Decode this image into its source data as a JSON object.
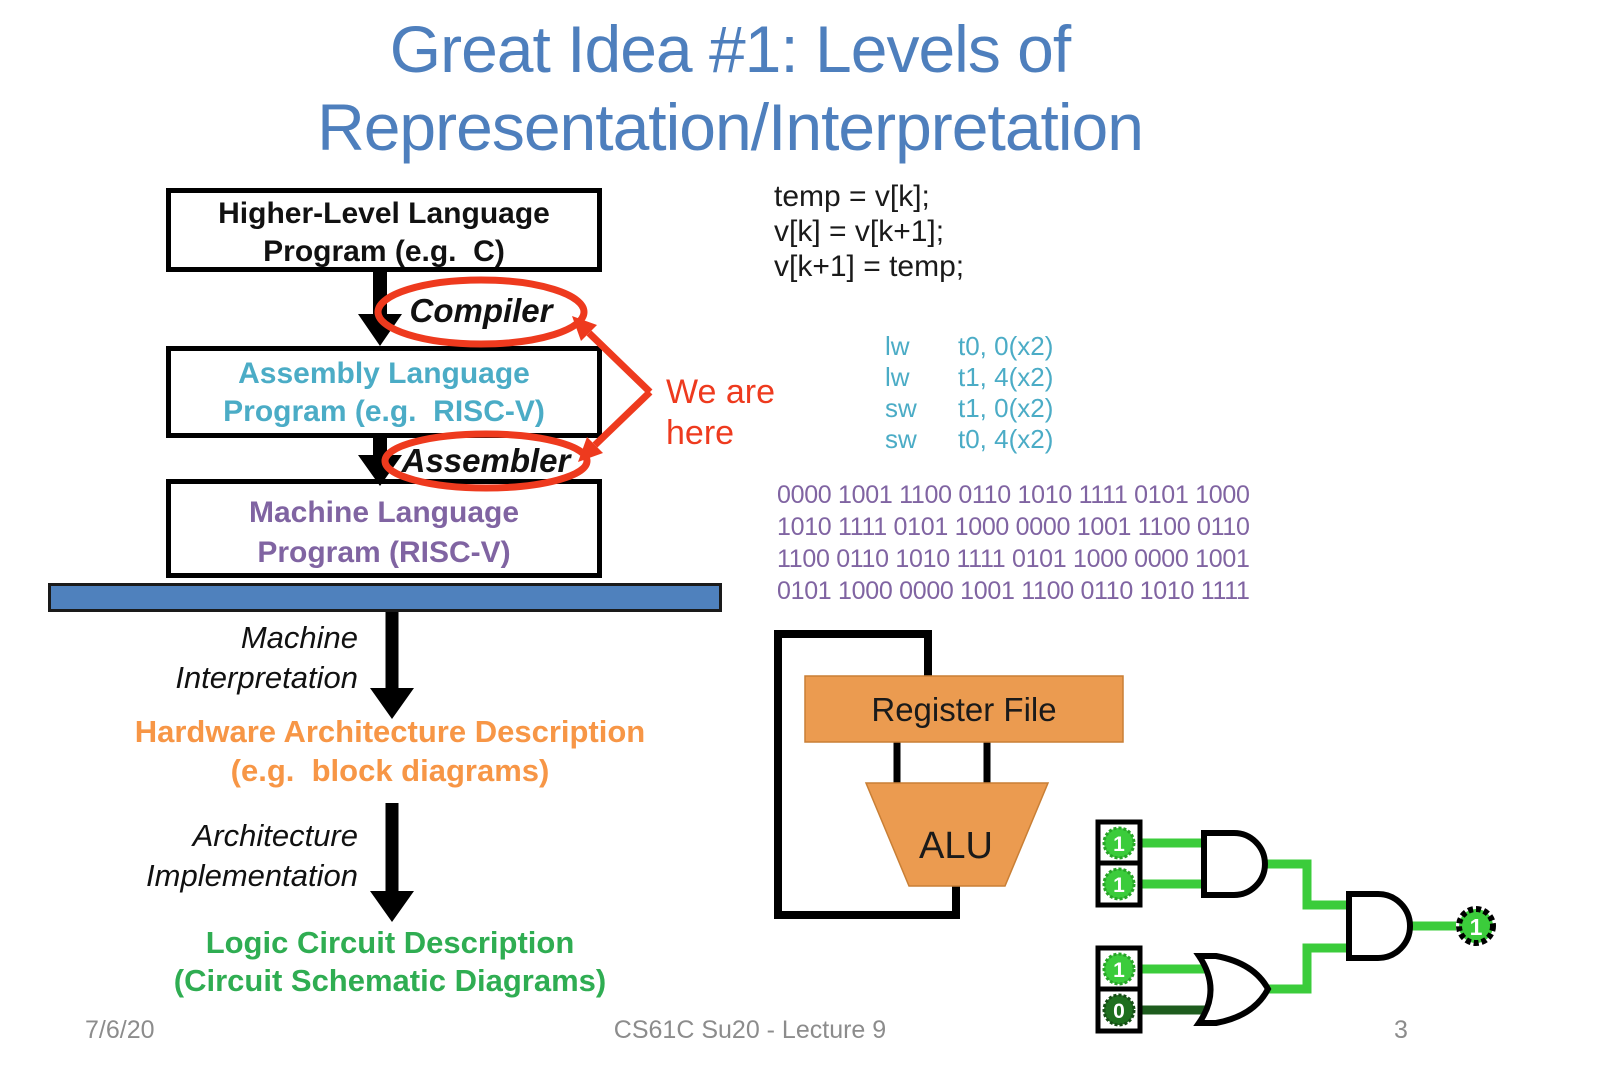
{
  "title": {
    "line1": "Great Idea #1: Levels of",
    "line2": "Representation/Interpretation"
  },
  "flow": {
    "hll_box": {
      "line1": "Higher-Level Language",
      "line2": "Program (e.g.  C)"
    },
    "compiler": "Compiler",
    "asm_box": {
      "line1": "Assembly Language",
      "line2": "Program (e.g.  RISC-V)"
    },
    "assembler": "Assembler",
    "ml_box": {
      "line1": "Machine Language",
      "line2": "Program (RISC-V)"
    },
    "machine_interpretation": {
      "line1": "Machine",
      "line2": "Interpretation"
    },
    "hardware_desc": {
      "line1": "Hardware Architecture Description",
      "line2": "(e.g.  block diagrams)"
    },
    "architecture_impl": {
      "line1": "Architecture",
      "line2": "Implementation"
    },
    "logic_desc": {
      "line1": "Logic Circuit Description",
      "line2": "(Circuit Schematic Diagrams)"
    }
  },
  "annotation": {
    "line1": "We are",
    "line2": "here"
  },
  "c_code": {
    "lines": [
      "temp = v[k];",
      "v[k] = v[k+1];",
      "v[k+1] = temp;"
    ]
  },
  "asm_code": {
    "rows": [
      {
        "op": "lw",
        "args": "t0, 0(x2)"
      },
      {
        "op": "lw",
        "args": "t1, 4(x2)"
      },
      {
        "op": "sw",
        "args": "t1, 0(x2)"
      },
      {
        "op": "sw",
        "args": "t0, 4(x2)"
      }
    ]
  },
  "binary": {
    "lines": [
      "0000 1001 1100 0110 1010 1111 0101 1000",
      "1010 1111 0101 1000 0000 1001 1100 0110",
      "1100 0110 1010 1111 0101 1000 0000 1001",
      "0101 1000 0000 1001 1100 0110 1010 1111"
    ]
  },
  "hardware": {
    "register_file": "Register File",
    "alu": "ALU"
  },
  "logic_circuit": {
    "and_input_1": "1",
    "and_input_2": "1",
    "or_input_1": "1",
    "or_input_2": "0",
    "output": "1"
  },
  "footer": {
    "date": "7/6/20",
    "course": "CS61C Su20 - Lecture 9",
    "page": "3"
  },
  "colors": {
    "title_blue": "#4E7FBD",
    "bar_blue": "#4F81BD",
    "teal": "#4BACC6",
    "purple": "#8064A2",
    "orange_text": "#F79646",
    "orange_fill": "#EB9B50",
    "green_text": "#2FAD52",
    "red": "#EE3A1E",
    "wire_green": "#3BCC3B",
    "wire_dark_green": "#1E5C1E"
  }
}
